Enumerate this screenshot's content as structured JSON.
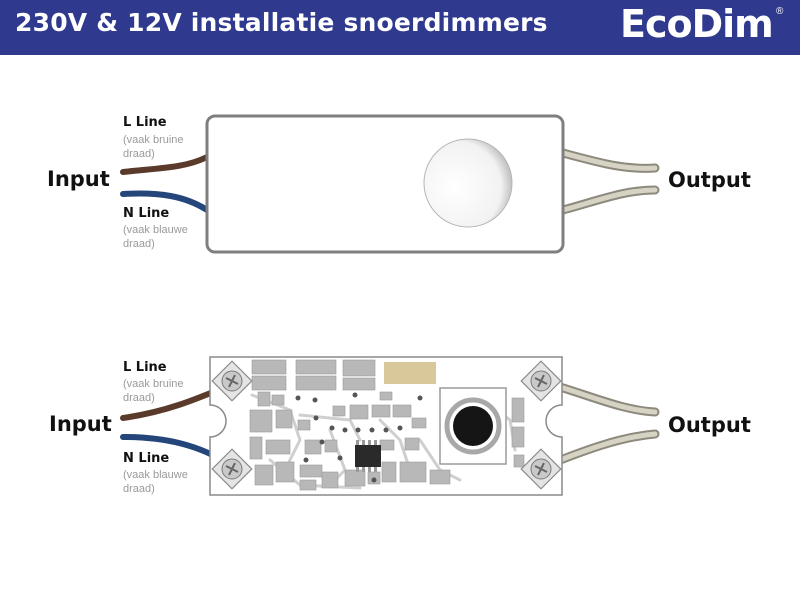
{
  "header": {
    "title": "230V & 12V installatie snoerdimmers",
    "logo": "EcoDim",
    "logo_mark": "®"
  },
  "diagram_top": {
    "input_label": "Input",
    "output_label": "Output",
    "l_line": "L Line",
    "l_note": "(vaak bruine draad)",
    "n_line": "N Line",
    "n_note": "(vaak blauwe draad)"
  },
  "diagram_bottom": {
    "input_label": "Input",
    "output_label": "Output",
    "l_line": "L Line",
    "l_note": "(vaak bruine draad)",
    "n_line": "N Line",
    "n_note": "(vaak blauwe draad)"
  },
  "colors": {
    "header_bg": "#2f3a8f",
    "brown_wire": "#5a3a2a",
    "blue_wire": "#24467a",
    "output_wire": "#c9c6b6",
    "pcb_component": "#b8b8b8",
    "pcb_pad": "#d8c89a"
  }
}
